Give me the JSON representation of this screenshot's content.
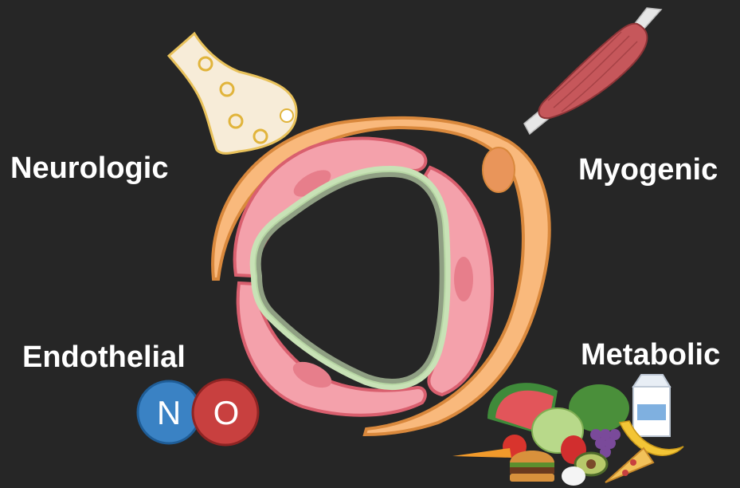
{
  "labels": {
    "neurologic": "Neurologic",
    "myogenic": "Myogenic",
    "endothelial": "Endothelial",
    "metabolic": "Metabolic"
  },
  "molecule": {
    "atom1": "N",
    "atom2": "O"
  },
  "colors": {
    "background": "#262626",
    "smooth_muscle": "#f4a1ab",
    "smooth_muscle_edge": "#d95f6e",
    "endothelium": "#c8e2b6",
    "adventitia": "#f9b97c",
    "adventitia_edge": "#d9883c",
    "nitrogen": "#3a82c4",
    "oxygen": "#c8403f",
    "nerve_terminal": "#f7ecd8"
  },
  "icons": {
    "nerve": "nerve-terminal-icon",
    "muscle": "muscle-icon",
    "nitric_oxide": "nitric-oxide-molecule-icon",
    "food": "food-pile-icon",
    "vessel": "blood-vessel-cross-section-icon"
  }
}
